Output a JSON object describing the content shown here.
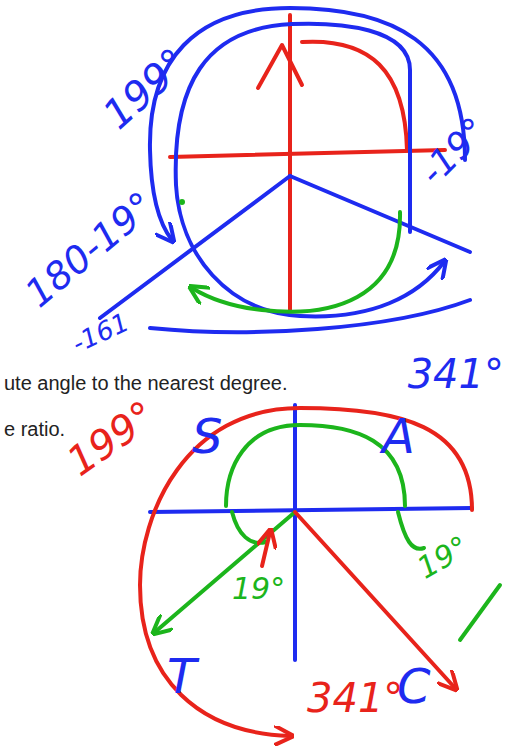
{
  "diagram": {
    "labels": [
      "199°",
      "-19°",
      "180-19°",
      "-161",
      "ute angle to the nearest degree.",
      "341°",
      "e ratio.",
      "S",
      "A",
      "199°",
      "19°",
      "19°",
      "T",
      "C",
      "341°"
    ]
  }
}
